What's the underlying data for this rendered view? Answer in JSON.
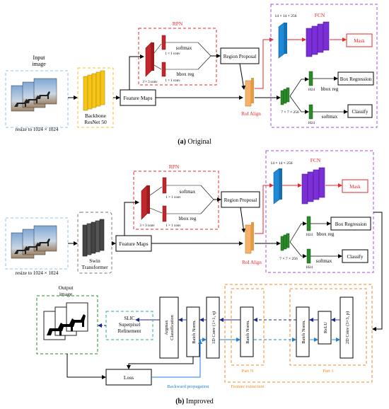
{
  "colors": {
    "red": "#e8262b",
    "blue": "#1f7fd0",
    "orange": "#f08a24",
    "purple": "#a44bd8",
    "green": "#1f8a2a",
    "lightblue": "#6fb4e6",
    "yellow": "#f5c518",
    "gray": "#555555"
  },
  "top": {
    "input_label_1": "Input",
    "input_label_2": "image",
    "resize": "resize to 1024 × 1024",
    "backbone_1": "Backbone",
    "backbone_2": "ResNet 50",
    "feature_maps": "Feature Maps",
    "rpn": "RPN",
    "conv3": "3 × 3 conv",
    "conv1a": "1 × 1 conv",
    "conv1b": "1 × 1 conv",
    "softmax": "softmax",
    "bbox_reg": "bbox reg",
    "region_proposal": "Region Proposal",
    "roi_align": "RoI Align",
    "fcn": "FCN",
    "dim14": "14 × 14 × 256",
    "mask": "Mask",
    "dim7": "7 × 7 × 256",
    "n1024a": "1024",
    "n1024b": "1024",
    "bbox_reg2": "bbox reg",
    "softmax2": "softmax",
    "box_regression": "Box Regression",
    "classify": "Classify"
  },
  "caption_a": {
    "letter": "(a)",
    "text": " Original"
  },
  "bottom": {
    "resize": "resize to 1024 × 1024",
    "swin_1": "Swin",
    "swin_2": "Transformer",
    "feature_maps": "Feature Maps",
    "rpn": "RPN",
    "conv3": "3 × 3 conv",
    "conv1a": "1 × 1 conv",
    "conv1b": "1 × 1 conv",
    "softmax": "softmax",
    "bbox_reg": "bbox reg",
    "region_proposal": "Region Proposal",
    "roi_align": "RoI Align",
    "fcn": "FCN",
    "dim14": "14 × 14 × 256",
    "mask": "Mask",
    "dim7": "7 × 7 × 256",
    "n1024a": "1024",
    "n1024b": "1024",
    "bbox_reg2": "bbox reg",
    "softmax2": "softmax",
    "box_regression": "Box Regression",
    "classify": "Classify",
    "output_1": "Output",
    "output_2": "image",
    "slic_1": "SLIC",
    "slic_2": "Superpixel",
    "slic_3": "Refinement",
    "argmax_1": "Argmax",
    "argmax_2": "Classification",
    "batch_norm": "Batch Norm.",
    "conv1d": "1D Conv (1×1, q)",
    "relu": "ReLU",
    "conv2d": "2D Conv (3×3, p)",
    "part_n": "Part N",
    "part_1": "Part 1",
    "loss": "Loss",
    "backward": "Backward propagation",
    "feature_extraction": "Feature extraction"
  },
  "caption_b": {
    "letter": "(b)",
    "text": " Improved"
  }
}
